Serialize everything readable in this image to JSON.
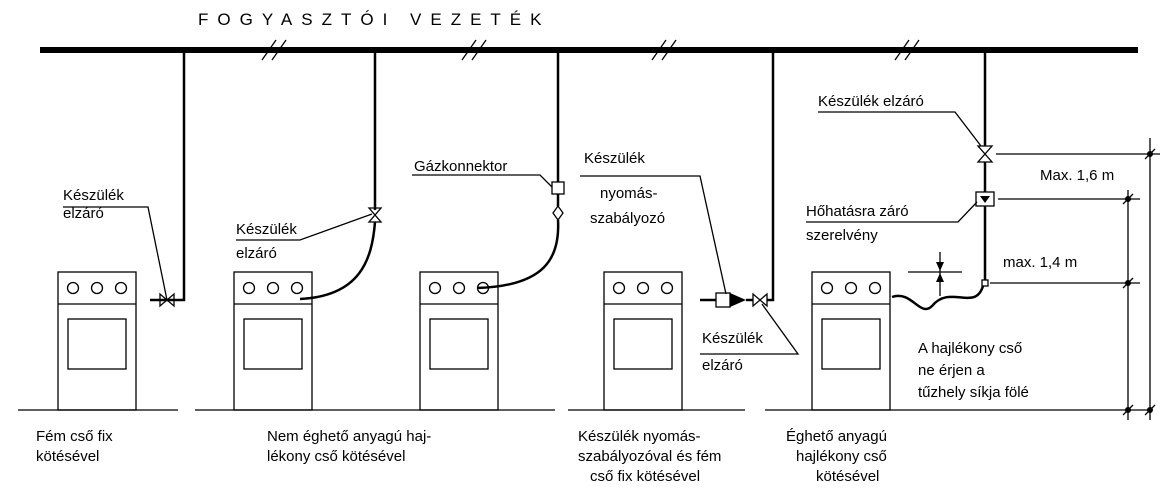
{
  "title": "FOGYASZTÓI VEZETÉK",
  "labels": {
    "s1_valve_1": "Készülék",
    "s1_valve_2": "elzáró",
    "s2_valve_1": "Készülék",
    "s2_valve_2": "elzáró",
    "s3_connector": "Gázkonnektor",
    "s4_regulator_1": "Készülék",
    "s4_regulator_2": "nyomás-",
    "s4_regulator_3": "szabályozó",
    "s4_valve_1": "Készülék",
    "s4_valve_2": "elzáró",
    "s5_valve": "Készülék elzáró",
    "s5_thermal_1": "Hőhatásra záró",
    "s5_thermal_2": "szerelvény",
    "s5_note_1": "A hajlékony cső",
    "s5_note_2": "ne érjen a",
    "s5_note_3": "tűzhely síkja fölé"
  },
  "dimensions": {
    "max_16": "Max. 1,6 m",
    "max_14": "max. 1,4 m"
  },
  "captions": {
    "c1_1": "Fém cső fix",
    "c1_2": "kötésével",
    "c2_1": "Nem éghető anyagú haj-",
    "c2_2": "lékony cső kötésével",
    "c4_1": "Készülék nyomás-",
    "c4_2": "szabályozóval és fém",
    "c4_3": "cső fix kötésével",
    "c5_1": "Éghető anyagú",
    "c5_2": "hajlékony cső",
    "c5_3": "kötésével"
  }
}
